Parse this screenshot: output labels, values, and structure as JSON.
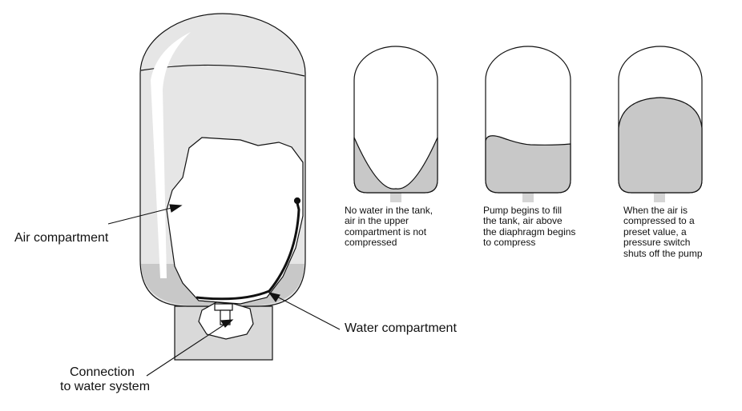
{
  "labels": {
    "air_compartment": "Air compartment",
    "water_compartment": "Water compartment",
    "connection": [
      "Connection",
      "to water system"
    ]
  },
  "stages": [
    {
      "caption": [
        "No water in the tank,",
        "air in the upper",
        "compartment is not",
        "compressed"
      ],
      "water_level": 0.15
    },
    {
      "caption": [
        "Pump begins to fill",
        "the tank, air above",
        "the diaphragm begins",
        "to compress"
      ],
      "water_level": 0.4
    },
    {
      "caption": [
        "When the air is",
        "compressed to a",
        "preset value, a",
        "pressure switch",
        "shuts off the pump"
      ],
      "water_level": 0.75
    }
  ],
  "colors": {
    "outline": "#111111",
    "tank_fill": "#e6e6e6",
    "water": "#c8c8c8",
    "highlight": "#ffffff"
  }
}
